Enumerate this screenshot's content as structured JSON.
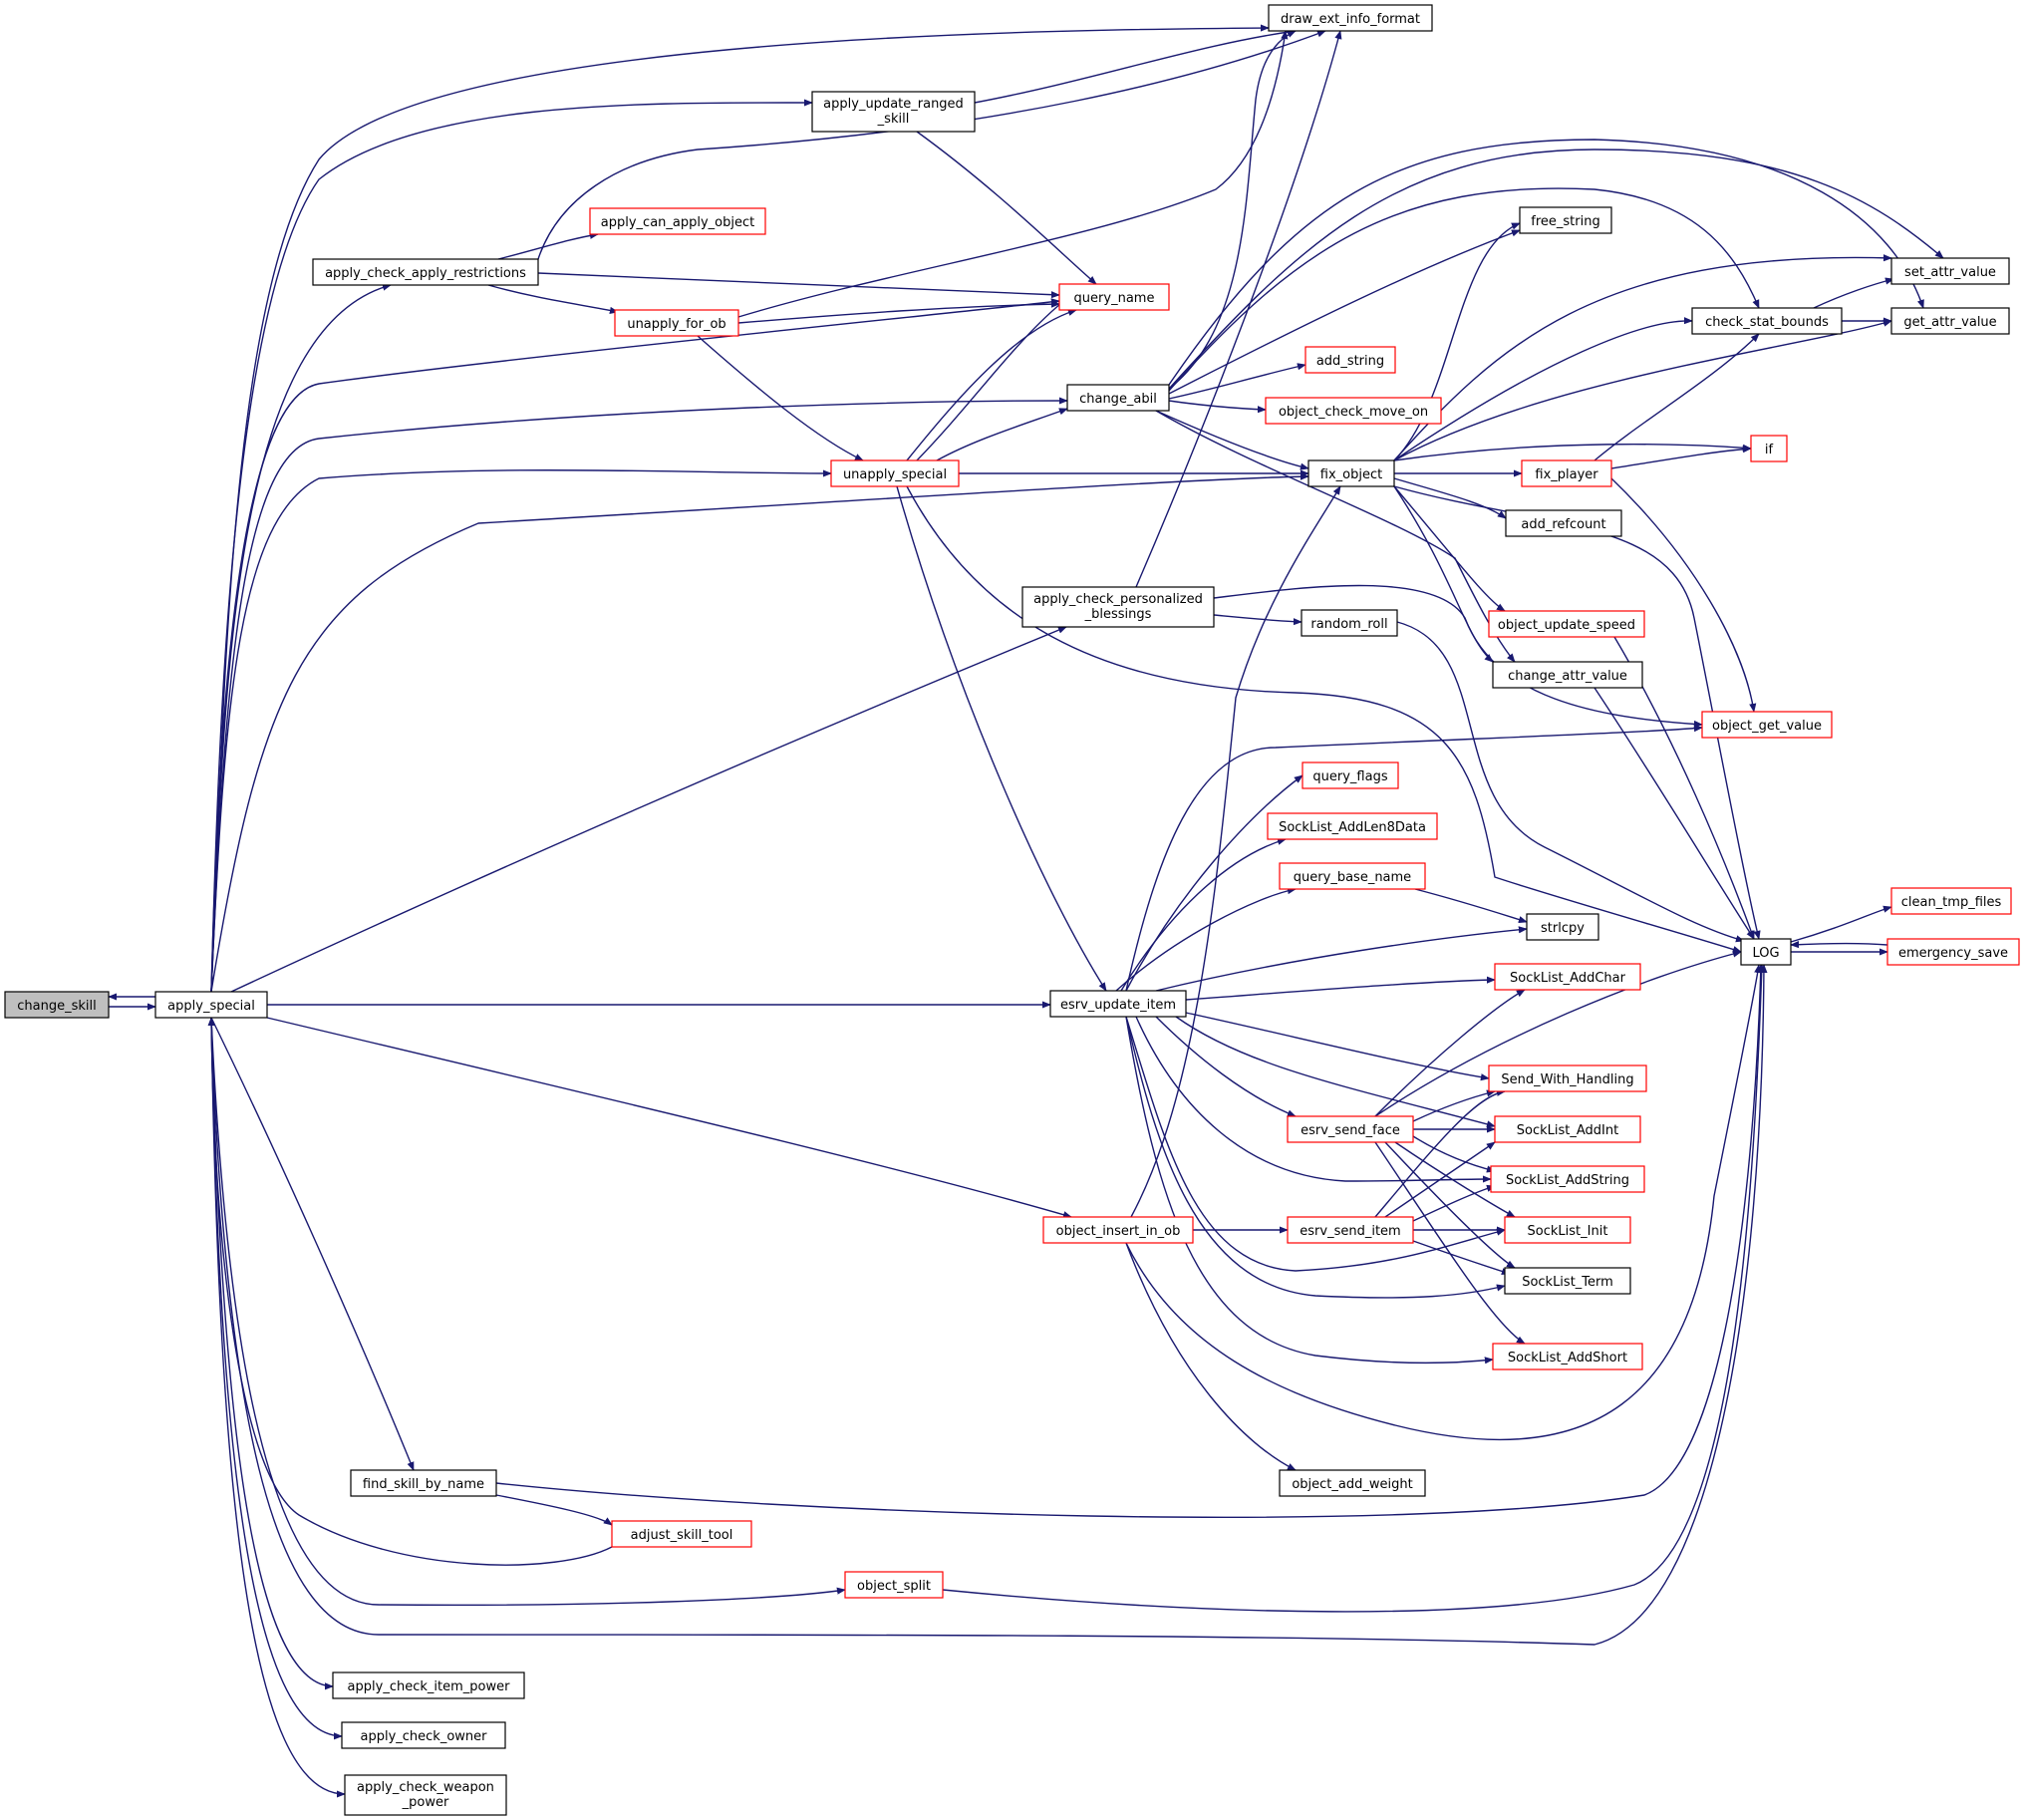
{
  "colors": {
    "edge": "#191970",
    "truncated_border": "#ff0000",
    "root_fill": "#bfbfbf"
  },
  "nodes": {
    "change_skill": "change_skill",
    "apply_special": "apply_special",
    "draw_ext_info_format": "draw_ext_info_format",
    "apply_update_ranged_skill": [
      "apply_update_ranged",
      "_skill"
    ],
    "apply_can_apply_object": "apply_can_apply_object",
    "apply_check_apply_restrictions": "apply_check_apply_restrictions",
    "query_name": "query_name",
    "unapply_for_ob": "unapply_for_ob",
    "change_abil": "change_abil",
    "unapply_special": "unapply_special",
    "apply_check_personalized_blessings": [
      "apply_check_personalized",
      "_blessings"
    ],
    "random_roll": "random_roll",
    "fix_object": "fix_object",
    "free_string": "free_string",
    "add_string": "add_string",
    "object_check_move_on": "object_check_move_on",
    "set_attr_value": "set_attr_value",
    "check_stat_bounds": "check_stat_bounds",
    "get_attr_value": "get_attr_value",
    "if": "if",
    "fix_player": "fix_player",
    "add_refcount": "add_refcount",
    "object_update_speed": "object_update_speed",
    "change_attr_value": "change_attr_value",
    "object_get_value": "object_get_value",
    "query_flags": "query_flags",
    "SockList_AddLen8Data": "SockList_AddLen8Data",
    "query_base_name": "query_base_name",
    "strlcpy": "strlcpy",
    "LOG": "LOG",
    "clean_tmp_files": "clean_tmp_files",
    "emergency_save": "emergency_save",
    "esrv_update_item": "esrv_update_item",
    "SockList_AddChar": "SockList_AddChar",
    "Send_With_Handling": "Send_With_Handling",
    "esrv_send_face": "esrv_send_face",
    "SockList_AddInt": "SockList_AddInt",
    "SockList_AddString": "SockList_AddString",
    "object_insert_in_ob": "object_insert_in_ob",
    "esrv_send_item": "esrv_send_item",
    "SockList_Init": "SockList_Init",
    "SockList_Term": "SockList_Term",
    "SockList_AddShort": "SockList_AddShort",
    "object_add_weight": "object_add_weight",
    "find_skill_by_name": "find_skill_by_name",
    "adjust_skill_tool": "adjust_skill_tool",
    "object_split": "object_split",
    "apply_check_item_power": "apply_check_item_power",
    "apply_check_owner": "apply_check_owner",
    "apply_check_weapon_power": [
      "apply_check_weapon",
      "_power"
    ]
  }
}
